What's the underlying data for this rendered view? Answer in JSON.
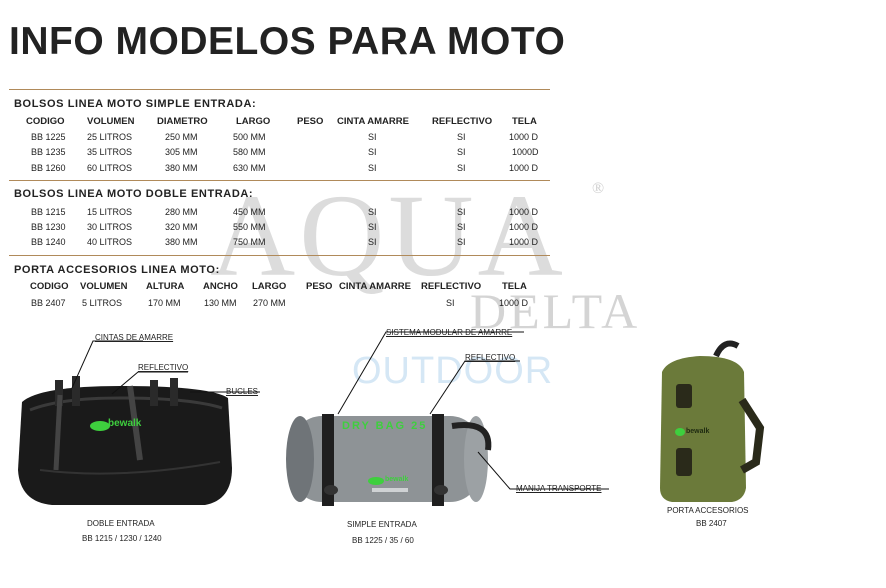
{
  "title": "INFO MODELOS PARA MOTO",
  "watermark": {
    "aqua": "AQUA",
    "registered": "®",
    "delta": "DELTA",
    "outdoor": "OUTDOOR"
  },
  "colors": {
    "rule": "#b08a5a",
    "watermark": "#d9d9d9",
    "watermark_blue": "#cfe3f3",
    "bag_green": "#6b7a3a",
    "brand_green": "#3ecf3e"
  },
  "sections": [
    {
      "heading": "BOLSOS LINEA MOTO SIMPLE ENTRADA:",
      "headers": [
        "CODIGO",
        "VOLUMEN",
        "DIAMETRO",
        "LARGO",
        "PESO",
        "CINTA AMARRE",
        "REFLECTIVO",
        "TELA"
      ],
      "rows": [
        [
          "BB 1225",
          "25 LITROS",
          "250 MM",
          "500 MM",
          "",
          "SI",
          "SI",
          "1000 D"
        ],
        [
          "BB 1235",
          "35 LITROS",
          "305 MM",
          "580 MM",
          "",
          "SI",
          "SI",
          "1000D"
        ],
        [
          "BB 1260",
          "60 LITROS",
          "380 MM",
          "630 MM",
          "",
          "SI",
          "SI",
          "1000 D"
        ]
      ]
    },
    {
      "heading": "BOLSOS LINEA MOTO DOBLE ENTRADA:",
      "rows": [
        [
          "BB 1215",
          "15 LITROS",
          "280 MM",
          "450 MM",
          "",
          "SI",
          "SI",
          "1000 D"
        ],
        [
          "BB 1230",
          "30 LITROS",
          "320 MM",
          "550 MM",
          "",
          "SI",
          "SI",
          "1000 D"
        ],
        [
          "BB 1240",
          "40 LITROS",
          "380 MM",
          "750 MM",
          "",
          "SI",
          "SI",
          "1000 D"
        ]
      ]
    },
    {
      "heading": "PORTA ACCESORIOS LINEA MOTO:",
      "headers": [
        "CODIGO",
        "VOLUMEN",
        "ALTURA",
        "ANCHO",
        "LARGO",
        "PESO",
        "CINTA AMARRE",
        "REFLECTIVO",
        "TELA"
      ],
      "rows": [
        [
          "BB 2407",
          "5 LITROS",
          "170 MM",
          "130 MM",
          "270 MM",
          "",
          "",
          "SI",
          "1000 D"
        ]
      ]
    }
  ],
  "labels": {
    "cintas": "CINTAS DE AMARRE",
    "reflectivo_left": "REFLECTIVO",
    "bucles": "BUCLES",
    "sistema": "SISTEMA MODULAR DE AMARRE",
    "reflectivo_mid": "REFLECTIVO",
    "manija": "MANIJA TRANSPORTE"
  },
  "products": [
    {
      "name": "DOBLE ENTRADA",
      "codes": "BB 1215 / 1230 / 1240",
      "brand": "bewalk"
    },
    {
      "name": "SIMPLE ENTRADA",
      "codes": "BB 1225 / 35 / 60",
      "brand": "bewalk",
      "print": "DRY BAG 25"
    },
    {
      "name": "PORTA ACCESORIOS",
      "codes": "BB 2407",
      "brand": "bewalk"
    }
  ]
}
